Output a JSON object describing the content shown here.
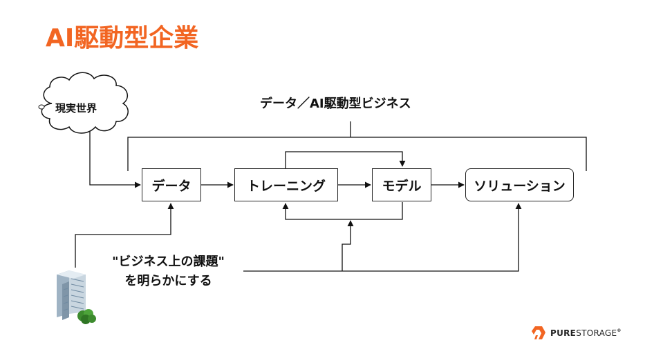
{
  "title": "AI駆動型企業",
  "cloud_label": "現実世界",
  "top_label": "データ／AI駆動型ビジネス",
  "boxes": {
    "data": "データ",
    "training": "トレーニング",
    "model": "モデル",
    "solution": "ソリューション"
  },
  "issue_label": {
    "line1": "\"ビジネス上の課題\"",
    "line2": "を明らかにする"
  },
  "logo": {
    "bold": "PURE",
    "light": "STORAGE",
    "mark": "®"
  },
  "colors": {
    "title": "#f26522",
    "logo": "#f26522"
  },
  "icons": [
    "cloud-icon",
    "building-icon",
    "pure-storage-logo-icon"
  ]
}
